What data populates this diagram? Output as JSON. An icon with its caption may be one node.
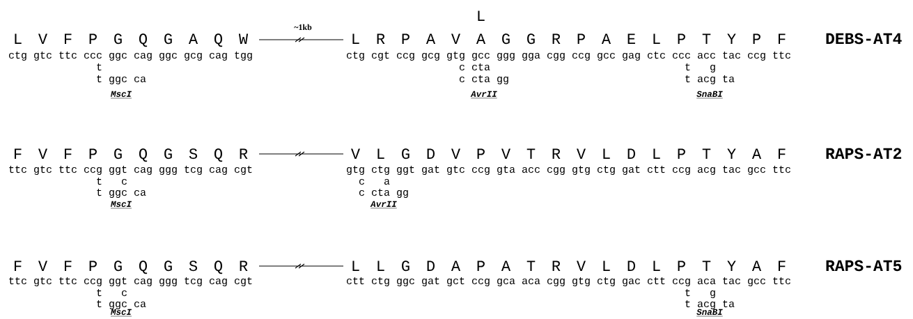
{
  "diagram": {
    "labels": [
      "L",
      "~1kb",
      "L V F P G Q G A Q W",
      "L R P A V A G G R P A E L P T Y P F",
      "DEBS-AT4",
      "ctg gtc ttc ccc ggc cag ggc gcg cag tgg",
      "ctg cgt ccg gcg gtg gcc ggg gga cgg ccg gcc gag ctc ccc acc tac ccg ttc",
      "t",
      "c cta",
      "t",
      "g",
      "t ggc ca",
      "c cta gg",
      "t acg ta",
      "MscI",
      "AvrII",
      "SnaBI",
      "F V F P G Q G S Q R",
      "V L G D V P V T R V L D L P T Y A F",
      "RAPS-AT2",
      "ttc gtc ttc ccg ggt cag ggg tcg cag cgt",
      "gtg ctg ggt gat gtc ccg gta acc cgg gtg ctg gat ctt ccg acg tac gcc ttc",
      "t",
      "c",
      "c",
      "a",
      "t ggc ca",
      "c cta gg",
      "MscI",
      "AvrII",
      "F V F P G Q G S Q R",
      "L L G D A P A T R V L D L P T Y A F",
      "RAPS-AT5",
      "ttc gtc ttc ccg ggt cag ggg tcg cag cgt",
      "ctt ctg ggc gat gct ccg gca aca cgg gtg ctg gac ctt ccg aca tac gcc ttc",
      "t",
      "c",
      "t",
      "g",
      "t ggc ca",
      "t acg ta",
      "MscI",
      "SnaBI"
    ]
  }
}
